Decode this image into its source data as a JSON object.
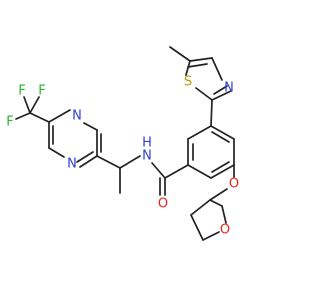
{
  "molecule": {
    "colors": {
      "carbon_bond": "#222222",
      "nitrogen": "#2f3fd6",
      "oxygen": "#e8261b",
      "sulfur": "#b59a12",
      "fluorine": "#2db52d"
    },
    "atom_labels": {
      "s_thiazole": "S",
      "n_thiazole": "N",
      "n_pyrimidine_top": "N",
      "n_pyrimidine_bottom": "N",
      "f_top_left": "F",
      "f_top_right": "F",
      "f_left": "F",
      "n_amide": "N",
      "h_amide": "H",
      "o_carbonyl": "O",
      "o_ether": "O",
      "o_ring": "O"
    }
  }
}
